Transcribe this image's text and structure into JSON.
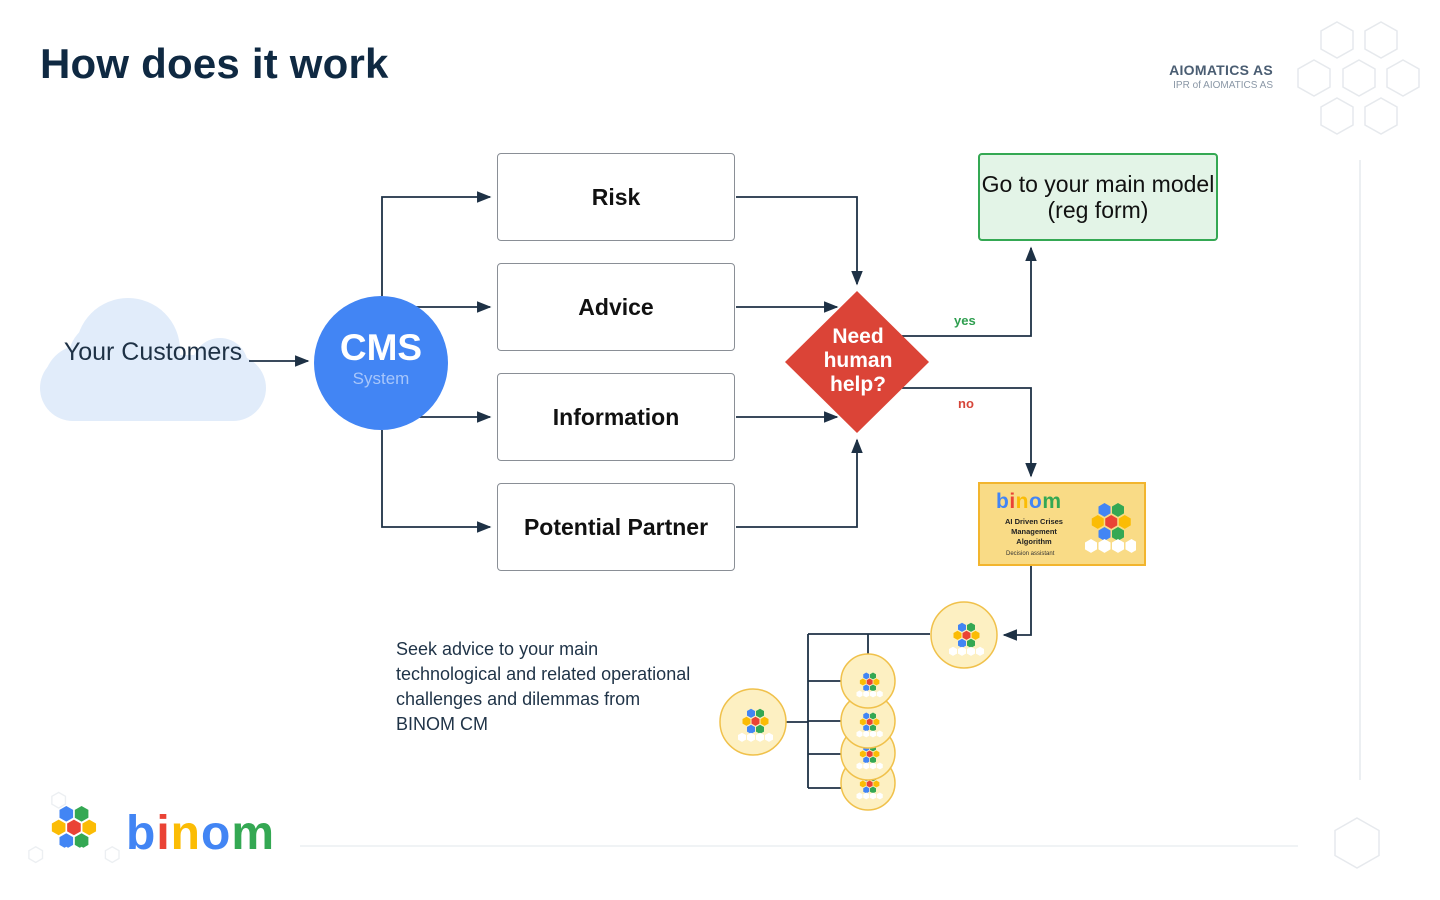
{
  "header": {
    "title": "How does it work",
    "company_name": "AIOMATICS AS",
    "company_sub": "IPR of AIOMATICS AS"
  },
  "diagram": {
    "source": "Your Customers",
    "hub": {
      "title": "CMS",
      "subtitle": "System"
    },
    "categories": [
      "Risk",
      "Advice",
      "Information",
      "Potential Partner"
    ],
    "decision": "Need human help?",
    "branch_yes": "yes",
    "branch_no": "no",
    "yes_target": "Go to your main model (reg form)",
    "no_target": {
      "logo": "binom",
      "description": "AI Driven Crises Management Algorithm",
      "note": "Decision assistant"
    }
  },
  "caption": "Seek advice to your main technological and related operational challenges and dilemmas from BINOM CM",
  "footer": {
    "logo_text": "binom"
  },
  "colors": {
    "navy": "#0f2942",
    "cms_blue": "#4285f4",
    "decision_red": "#db4437",
    "goto_green": "#34a853",
    "binom_yellow": "#f9db86",
    "connector": "#1e3145"
  },
  "icons": [
    "hexagon-cluster-icon",
    "decorative-hexagon-icon"
  ]
}
